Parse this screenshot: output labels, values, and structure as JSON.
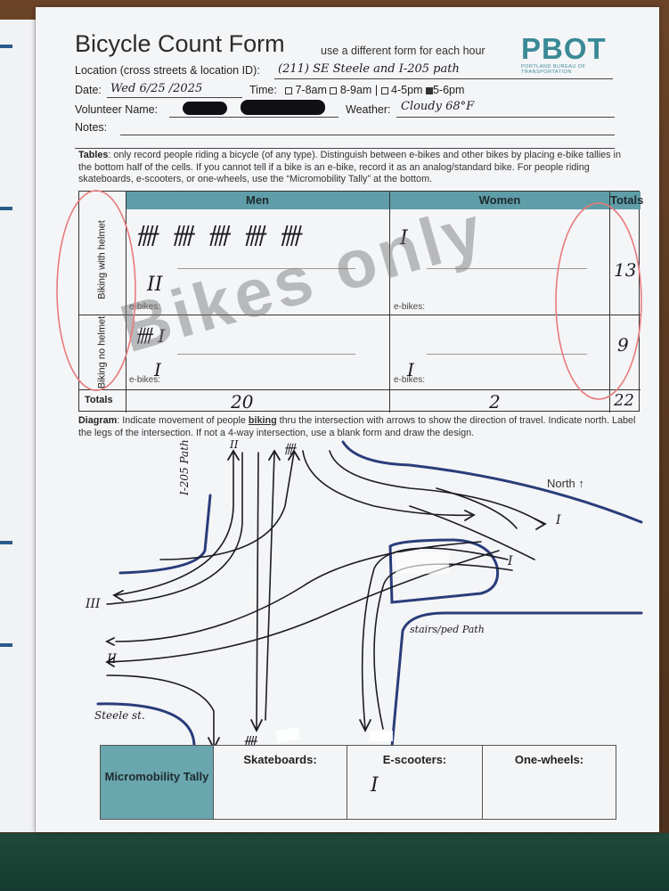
{
  "form": {
    "title": "Bicycle Count Form",
    "subtitle": "use a different form for each hour",
    "logo": {
      "word": "PBOT",
      "sub": "PORTLAND BUREAU OF TRANSPORTATION"
    }
  },
  "fields": {
    "location_label": "Location (cross streets & location ID):",
    "location_value": "(211) SE Steele and I-205 path",
    "date_label": "Date:",
    "date_value": "Wed 6/25 /2025",
    "time_label": "Time:",
    "time_options": [
      "7-8am",
      "8-9am",
      "|",
      "4-5pm",
      "5-6pm"
    ],
    "time_selected": "5-6pm",
    "volunteer_label": "Volunteer Name:",
    "weather_label": "Weather:",
    "weather_value": "Cloudy 68°F",
    "notes_label": "Notes:"
  },
  "instructions": {
    "bold": "Tables",
    "text": ": only record people riding a bicycle (of any type). Distinguish between e-bikes and other bikes by placing e-bike tallies in the bottom half of the cells. If you cannot tell if a bike is an e-bike, record it as an analog/standard bike. For people riding skateboards, e-scooters, or one-wheels, use the “Micromobility Tally” at the bottom."
  },
  "table": {
    "headers": {
      "men": "Men",
      "women": "Women",
      "totals": "Totals"
    },
    "row_with_helmet": "Biking with helmet",
    "row_no_helmet": "Biking no helmet",
    "ebikes_label": "e-bikes:",
    "totals_label": "Totals",
    "tallies": {
      "men_with_helmet": "卌 卌 卌 卌 卌",
      "men_with_helmet_ebike": "II",
      "women_with_helmet": "I",
      "men_no_helmet": "卌  I",
      "men_no_helmet_ebike": "I",
      "women_no_helmet_ebike": "I"
    },
    "row_totals": {
      "with_helmet": "13",
      "no_helmet": "9"
    },
    "column_totals": {
      "men": "20",
      "women": "2",
      "all": "22"
    }
  },
  "watermark": "Bikes only",
  "diagram": {
    "bold": "Diagram",
    "text_a": ": Indicate movement of people ",
    "underlined": "biking",
    "text_b": " thru the intersection with arrows to show the direction of travel. Indicate north. Label the legs of the intersection. If not a 4-way intersection, use a blank form and draw the design.",
    "north_label": "North ↑",
    "labels": {
      "i205": "I-205 Path",
      "steele": "Steele st.",
      "stairs": "stairs/ped Path"
    },
    "tallies": {
      "top_a": "II",
      "top_b": "卌",
      "left_upper": "III",
      "left_lower": "II",
      "right_top": "I",
      "right_mid": "I",
      "bottom": "卌"
    }
  },
  "micromobility": {
    "label": "Micromobility Tally",
    "skateboards": "Skateboards:",
    "escooters": "E-scooters:",
    "escooters_tally": "I",
    "onewheels": "One-wheels:"
  },
  "colors": {
    "teal": "#5f9ea8",
    "ink": "#1c1c24",
    "blue_ink": "#2a3d7a",
    "red_circle": "#e87a7a"
  }
}
